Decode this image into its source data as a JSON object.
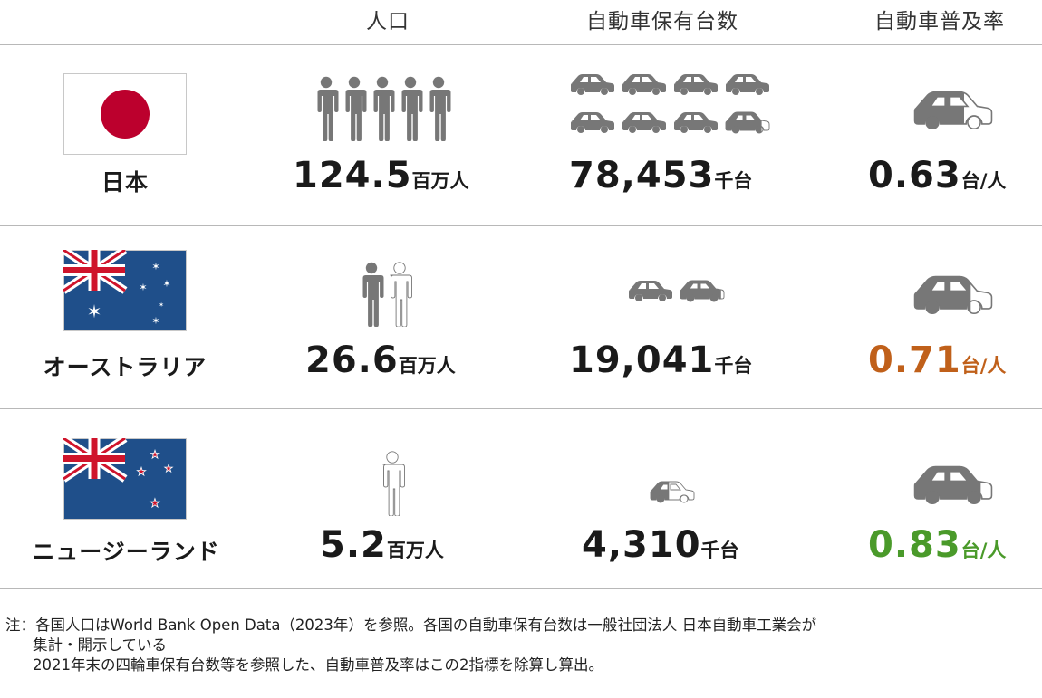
{
  "headers": {
    "population": "人口",
    "vehicles": "自動車保有台数",
    "rate": "自動車普及率"
  },
  "colors": {
    "icon_gray": "#777777",
    "text_dark": "#1a1a1a",
    "australia_rate": "#c0601a",
    "nz_rate": "#4a9a2a",
    "japan_red": "#bc002d",
    "flag_blue": "#1f4f8a"
  },
  "rows": [
    {
      "country": "日本",
      "flag_icon": "japan-flag-icon",
      "population_value": "124.5",
      "population_unit": "百万人",
      "people_icons": 5,
      "vehicles_value": "78,453",
      "vehicles_unit": "千台",
      "car_icons": 7.8,
      "rate_value": "0.63",
      "rate_unit": "台/人",
      "rate_fill": 0.63
    },
    {
      "country": "オーストラリア",
      "flag_icon": "australia-flag-icon",
      "population_value": "26.6",
      "population_unit": "百万人",
      "people_icons": 1.1,
      "vehicles_value": "19,041",
      "vehicles_unit": "千台",
      "car_icons": 1.9,
      "rate_value": "0.71",
      "rate_unit": "台/人",
      "rate_fill": 0.71
    },
    {
      "country": "ニュージーランド",
      "flag_icon": "new-zealand-flag-icon",
      "population_value": "5.2",
      "population_unit": "百万人",
      "people_icons": 0.2,
      "vehicles_value": "4,310",
      "vehicles_unit": "千台",
      "car_icons": 0.43,
      "rate_value": "0.83",
      "rate_unit": "台/人",
      "rate_fill": 0.83
    }
  ],
  "notes": {
    "line1": "注：各国人口はWorld Bank Open Data（2023年）を参照。各国の自動車保有台数は一般社団法人 日本自動車工業会が",
    "line2": "集計・開示している",
    "line3": "2021年末の四輪車保有台数等を参照した、自動車普及率はこの2指標を除算し算出。"
  }
}
